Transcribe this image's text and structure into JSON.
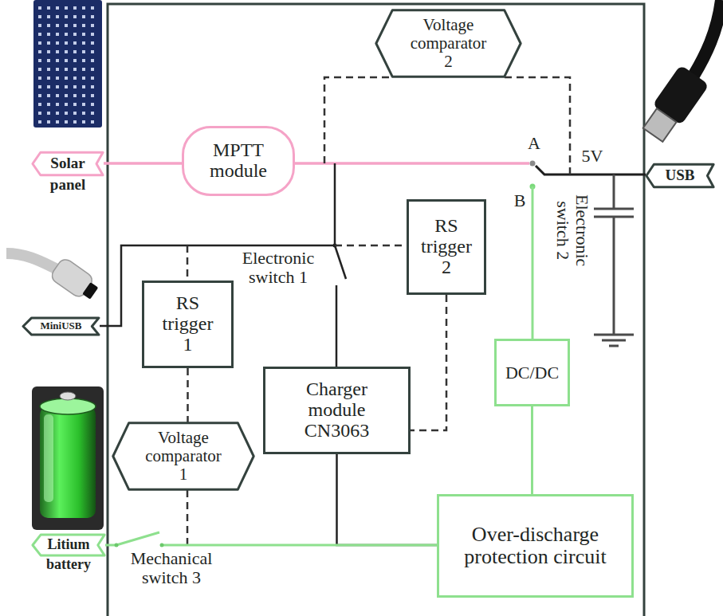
{
  "diagram": {
    "nodes": [
      {
        "text": [
          "Voltage comparator 2"
        ]
      },
      {
        "text": [
          "Solar",
          "panel"
        ]
      },
      {
        "text": [
          "MPTT module"
        ]
      },
      {
        "text": [
          "USB"
        ]
      },
      {
        "text": [
          "RS trigger 2"
        ]
      },
      {
        "text": [
          "MiniUSB"
        ]
      },
      {
        "text": [
          "RS trigger 1"
        ]
      },
      {
        "text": [
          "DC/DC"
        ]
      },
      {
        "text": [
          "Charger module CN3063"
        ]
      },
      {
        "text": [
          "Voltage comparator 1"
        ]
      },
      {
        "text": [
          "Litium",
          "battery"
        ]
      },
      {
        "text": [
          "Over-discharge protection circuit"
        ]
      }
    ],
    "edges": [
      {
        "from": 1,
        "to": 2,
        "arrow": "none"
      },
      {
        "from": 6,
        "to": 9,
        "arrow": "none"
      },
      {
        "from": 4,
        "to": 8,
        "arrow": "none"
      },
      {
        "from": 8,
        "to": 11,
        "arrow": "none"
      },
      {
        "from": 10,
        "to": 11,
        "arrow": "none"
      },
      {
        "from": 11,
        "to": 7,
        "arrow": "none"
      }
    ],
    "labels": [
      "A",
      "5V",
      "B",
      "Electronic switch 2",
      "Electronic switch 1",
      "Mechanical switch 3"
    ]
  }
}
